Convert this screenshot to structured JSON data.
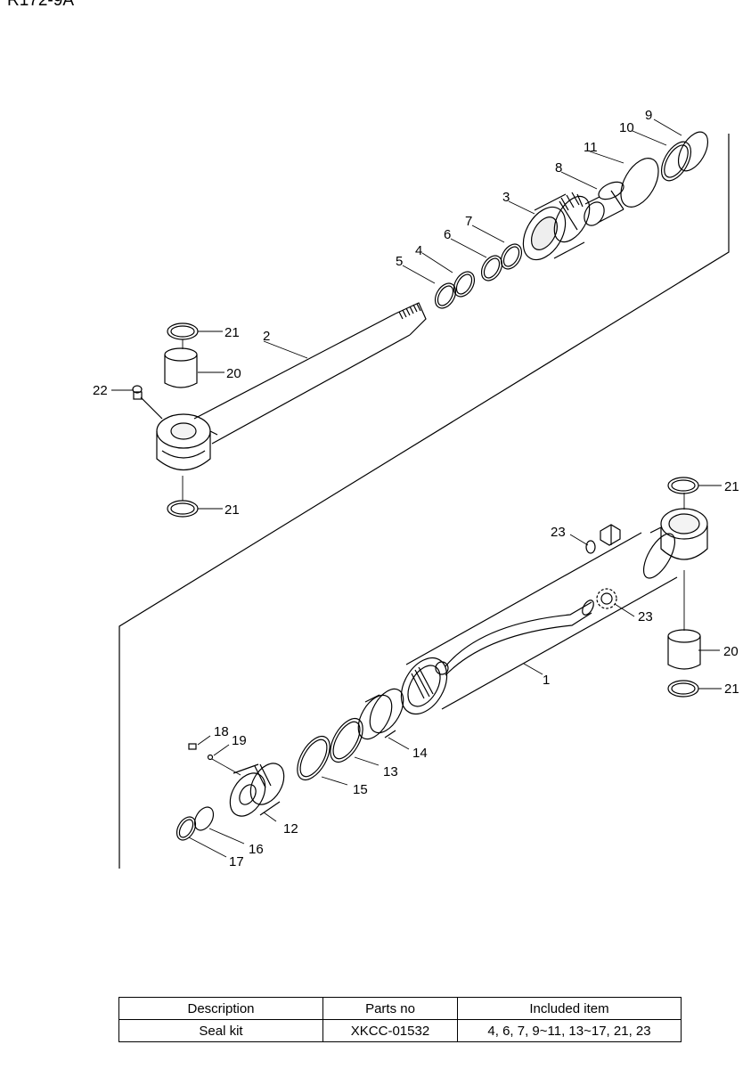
{
  "model": "R172-9A",
  "callouts": {
    "c1": "1",
    "c2": "2",
    "c3": "3",
    "c4": "4",
    "c5": "5",
    "c6": "6",
    "c7": "7",
    "c8": "8",
    "c9": "9",
    "c10": "10",
    "c11": "11",
    "c12": "12",
    "c13": "13",
    "c14": "14",
    "c15": "15",
    "c16": "16",
    "c17": "17",
    "c18": "18",
    "c19": "19",
    "c20": "20",
    "c21": "21",
    "c22": "22",
    "c23": "23"
  },
  "table": {
    "headers": [
      "Description",
      "Parts no",
      "Included item"
    ],
    "rows": [
      [
        "Seal kit",
        "XKCC-01532",
        "4, 6, 7, 9~11, 13~17, 21, 23"
      ]
    ]
  }
}
